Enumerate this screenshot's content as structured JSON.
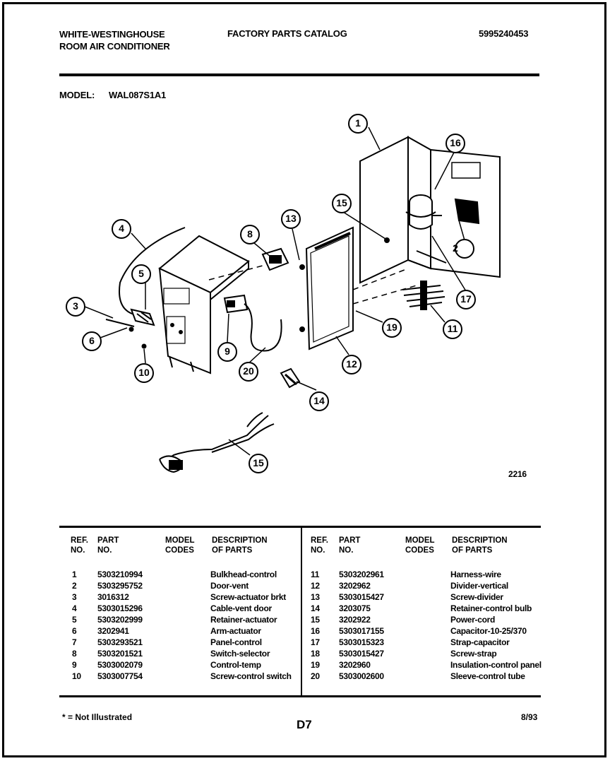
{
  "header": {
    "brand_line1": "WHITE-WESTINGHOUSE",
    "brand_line2": "ROOM AIR CONDITIONER",
    "catalog_title": "FACTORY PARTS CATALOG",
    "catalog_number": "5995240453",
    "model_label": "MODEL:",
    "model_value": "WAL087S1A1"
  },
  "diagram": {
    "drawing_number": "2216",
    "callouts": [
      "1",
      "2",
      "3",
      "4",
      "5",
      "6",
      "8",
      "9",
      "10",
      "11",
      "12",
      "13",
      "14",
      "15",
      "15",
      "16",
      "17",
      "19",
      "20"
    ]
  },
  "table": {
    "headers": {
      "ref_line1": "REF.",
      "ref_line2": "NO.",
      "part_line1": "PART",
      "part_line2": "NO.",
      "model_line1": "MODEL",
      "model_line2": "CODES",
      "desc_line1": "DESCRIPTION",
      "desc_line2": "OF PARTS"
    },
    "left_rows": [
      {
        "ref": "1",
        "part": "5303210994",
        "desc": "Bulkhead-control"
      },
      {
        "ref": "2",
        "part": "5303295752",
        "desc": "Door-vent"
      },
      {
        "ref": "3",
        "part": "3016312",
        "desc": "Screw-actuator brkt"
      },
      {
        "ref": "4",
        "part": "5303015296",
        "desc": "Cable-vent door"
      },
      {
        "ref": "5",
        "part": "5303202999",
        "desc": "Retainer-actuator"
      },
      {
        "ref": "6",
        "part": "3202941",
        "desc": "Arm-actuator"
      },
      {
        "ref": "7",
        "part": "5303293521",
        "desc": "Panel-control"
      },
      {
        "ref": "8",
        "part": "5303201521",
        "desc": "Switch-selector"
      },
      {
        "ref": "9",
        "part": "5303002079",
        "desc": "Control-temp"
      },
      {
        "ref": "10",
        "part": "5303007754",
        "desc": "Screw-control switch"
      }
    ],
    "right_rows": [
      {
        "ref": "11",
        "part": "5303202961",
        "desc": "Harness-wire"
      },
      {
        "ref": "12",
        "part": "3202962",
        "desc": "Divider-vertical"
      },
      {
        "ref": "13",
        "part": "5303015427",
        "desc": "Screw-divider"
      },
      {
        "ref": "14",
        "part": "3203075",
        "desc": "Retainer-control bulb"
      },
      {
        "ref": "15",
        "part": "3202922",
        "desc": "Power-cord"
      },
      {
        "ref": "16",
        "part": "5303017155",
        "desc": "Capacitor-10-25/370"
      },
      {
        "ref": "17",
        "part": "5303015323",
        "desc": "Strap-capacitor"
      },
      {
        "ref": "18",
        "part": "5303015427",
        "desc": "Screw-strap"
      },
      {
        "ref": "19",
        "part": "3202960",
        "desc": "Insulation-control panel"
      },
      {
        "ref": "20",
        "part": "5303002600",
        "desc": "Sleeve-control tube"
      }
    ]
  },
  "footer": {
    "note": "* = Not Illustrated",
    "page_code": "D7",
    "date": "8/93"
  }
}
